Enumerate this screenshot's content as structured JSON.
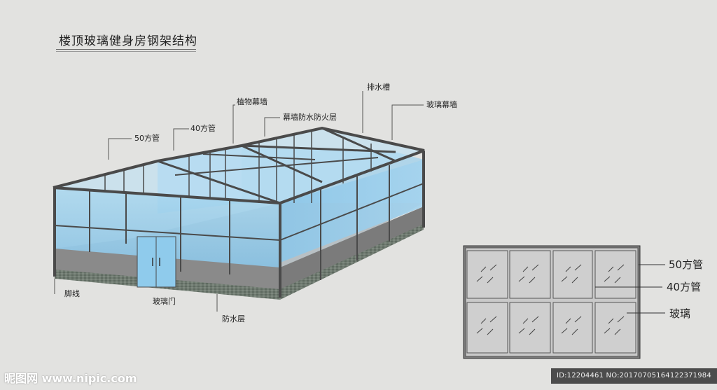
{
  "title": "楼顶玻璃健身房钢架结构",
  "labels": {
    "square_tube_50": "50方管",
    "square_tube_40": "40方管",
    "plant_curtain_wall": "植物幕墙",
    "curtain_wall_waterproof_fireproof": "幕墙防水防火层",
    "drainage_channel": "排水槽",
    "glass_curtain_wall": "玻璃幕墙",
    "skirting_line": "脚线",
    "glass_door": "玻璃门",
    "waterproof_layer": "防水层"
  },
  "detail_labels": {
    "square_tube_50": "50方管",
    "square_tube_40": "40方管",
    "glass": "玻璃"
  },
  "watermark": {
    "site": "昵图网 www.nipic.com",
    "id_text": "ID:12204461 NO:20170705164122371984"
  },
  "colors": {
    "background": "#e2e2e0",
    "steel_frame": "#4a4a4a",
    "glass": "#8fc8e8",
    "waterproof_base": "#8a8a8a"
  }
}
